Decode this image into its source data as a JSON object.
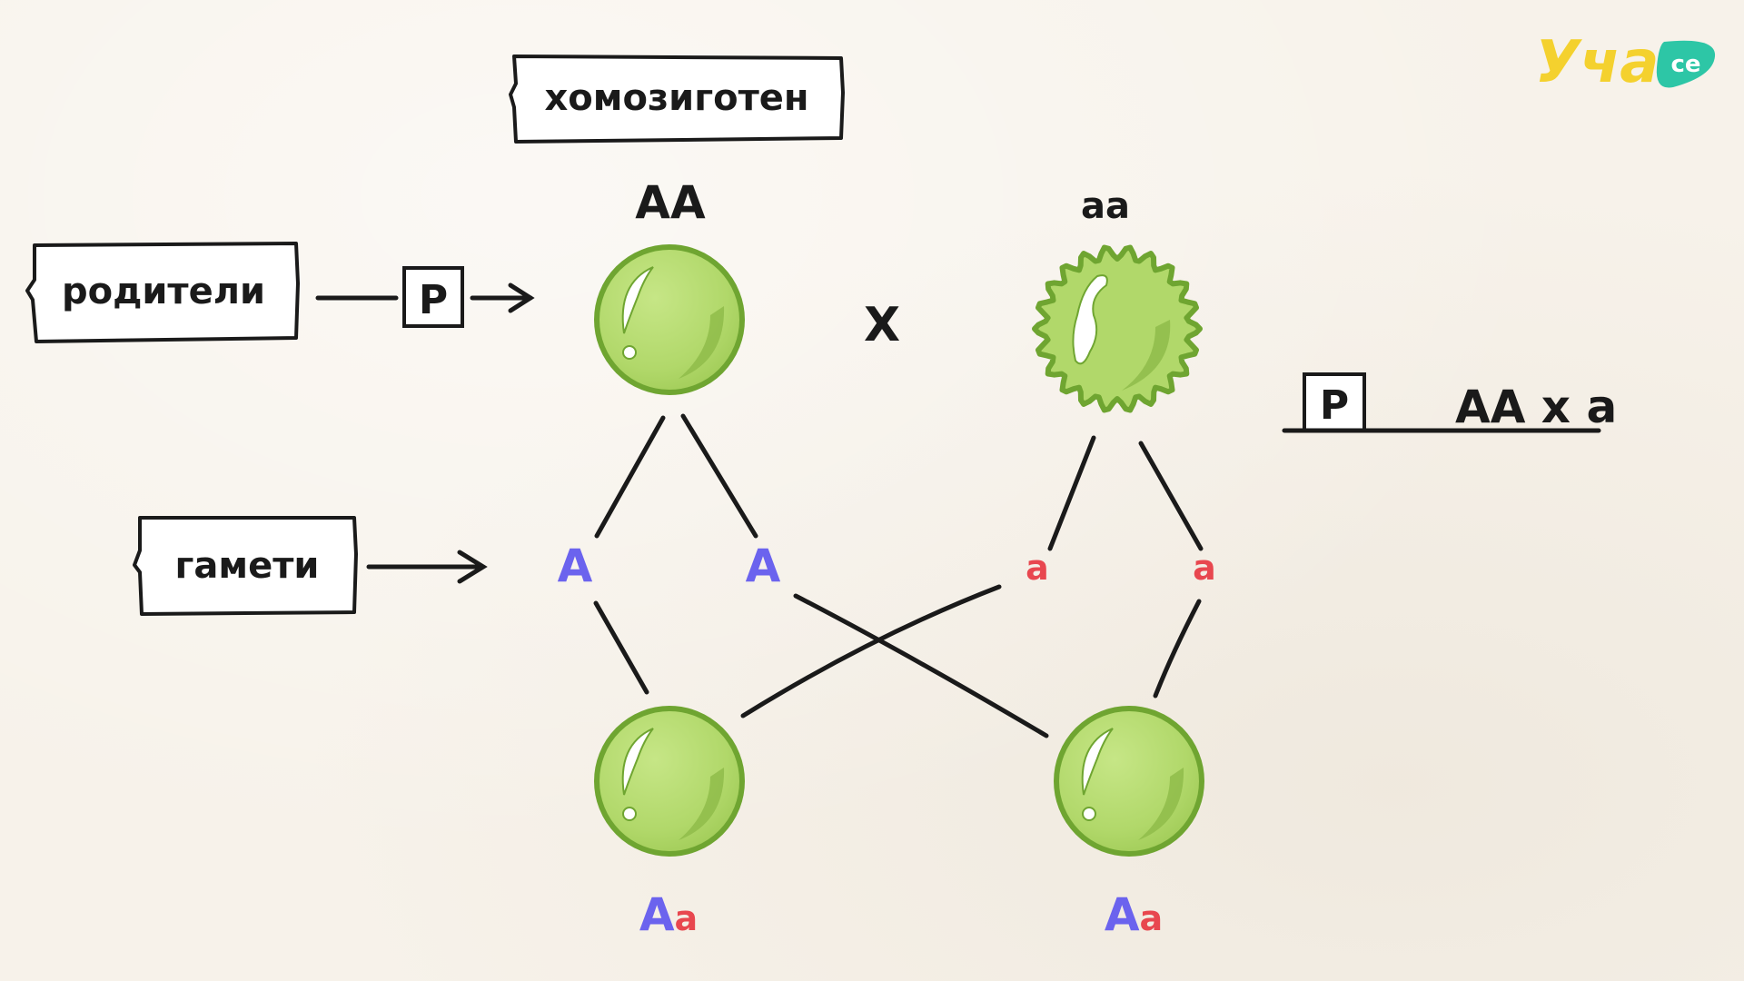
{
  "labels": {
    "homozygous": "хомозиготен",
    "parents": "родители",
    "gametes": "гамети"
  },
  "parent_symbol": "P",
  "cross_symbol": "X",
  "parents": [
    {
      "genotype": "AA",
      "seed": "smooth"
    },
    {
      "genotype": "aa",
      "seed": "wrinkled"
    }
  ],
  "gametes": [
    {
      "allele": "A",
      "type": "dominant"
    },
    {
      "allele": "A",
      "type": "dominant"
    },
    {
      "allele": "a",
      "type": "recessive"
    },
    {
      "allele": "a",
      "type": "recessive"
    }
  ],
  "offspring": [
    {
      "dominant": "A",
      "recessive": "a",
      "seed": "smooth"
    },
    {
      "dominant": "A",
      "recessive": "a",
      "seed": "smooth"
    }
  ],
  "notation": {
    "symbol": "P",
    "formula": "AA x a"
  },
  "logo": {
    "text": "Уча",
    "badge": "се"
  },
  "colors": {
    "dominant": "#6b63ee",
    "recessive": "#e8474f",
    "seed_fill": "#b1d86a",
    "seed_stroke": "#6fa531",
    "seed_shade": "#8fbc4a",
    "logo_yellow": "#f4d12e",
    "logo_teal": "#2dc6a6",
    "paper": "#f7f2ea"
  }
}
